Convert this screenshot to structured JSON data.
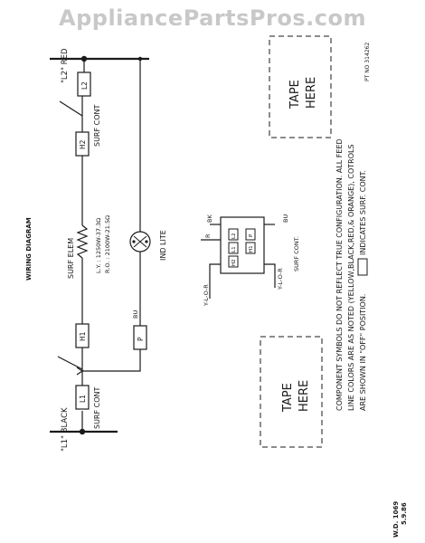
{
  "watermark": "AppliancePartsPros.com",
  "title": "WIRING DIAGRAM",
  "terminals": {
    "l1": "\"L1\" BLACK",
    "l2": "\"L2\" RED"
  },
  "components": {
    "l1_box": "L1",
    "l2_box": "L2",
    "h1_box": "H1",
    "h2_box": "H2",
    "p_box": "P",
    "surf_cont_left": "SURF CONT",
    "surf_cont_right": "SURF CONT",
    "surf_elem": "SURF ELEM",
    "elem_rating_1": "L.Y. : 1250W-37.3Ω",
    "elem_rating_2": "R.O. : 2100W-21.5Ω",
    "ind_lite": "IND LITE",
    "bu_wire": "BU"
  },
  "control_detail": {
    "bk": "BK",
    "r": "R",
    "bu": "BU",
    "y_left": "Y-L-O-R",
    "y_right": "Y-L-O-R",
    "l2": "L2",
    "l1": "L1",
    "h2": "H2",
    "h1": "H1",
    "p": "P",
    "caption": "SURF CONT."
  },
  "tape_left": {
    "line1": "TAPE",
    "line2": "HERE"
  },
  "tape_right": {
    "line1": "TAPE",
    "line2": "HERE"
  },
  "notes": {
    "line1": "COMPONENT SYMBOLS DO NOT REFLECT TRUE CONFIGURATION. ALL FEED",
    "line2": "LINE COLORS ARE AS NOTED (YELLOW,BLACK,RED,& ORANGE), COTROLS",
    "line3": "ARE SHOWN IN \"OFF\" POSITION.",
    "line3b": "INDICATES SURF. CONT."
  },
  "part_no": "PT NO 314262",
  "footer": {
    "wd": "W.D. 1069",
    "date": "5.9.86"
  }
}
